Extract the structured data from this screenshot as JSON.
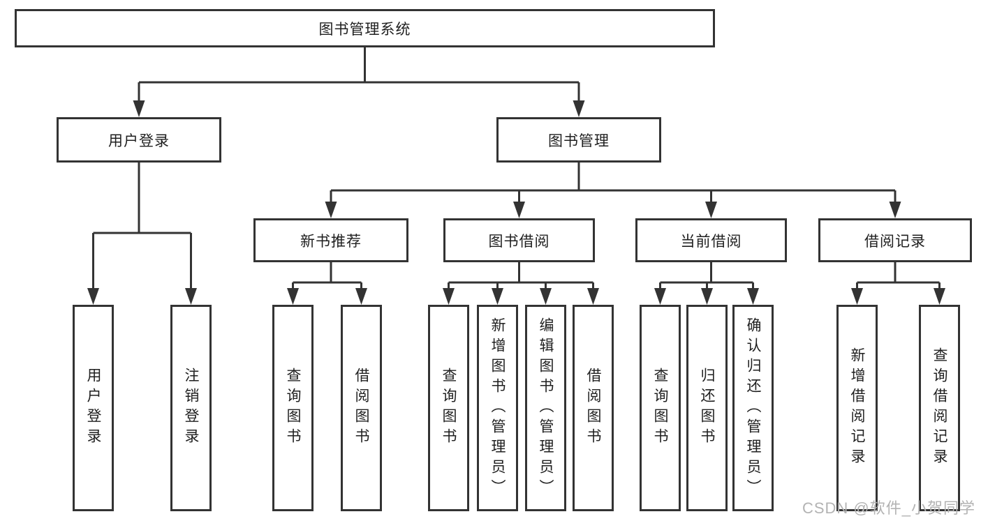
{
  "diagram": {
    "colors": {
      "line": "#333333",
      "text": "#1f1f1f",
      "background": "#ffffff",
      "watermark": "#b3b3b3"
    },
    "root": {
      "label": "图书管理系统"
    },
    "branches": [
      {
        "label": "用户登录",
        "children": [
          {
            "label": "用户登录"
          },
          {
            "label": "注销登录"
          }
        ]
      },
      {
        "label": "图书管理",
        "sections": [
          {
            "label": "新书推荐",
            "children": [
              {
                "label": "查询图书"
              },
              {
                "label": "借阅图书"
              }
            ]
          },
          {
            "label": "图书借阅",
            "children": [
              {
                "label": "查询图书"
              },
              {
                "label": "新增图书（管理员）"
              },
              {
                "label": "编辑图书（管理员）"
              },
              {
                "label": "借阅图书"
              }
            ]
          },
          {
            "label": "当前借阅",
            "children": [
              {
                "label": "查询图书"
              },
              {
                "label": "归还图书"
              },
              {
                "label": "确认归还（管理员）"
              }
            ]
          },
          {
            "label": "借阅记录",
            "children": [
              {
                "label": "新增借阅记录"
              },
              {
                "label": "查询借阅记录"
              }
            ]
          }
        ]
      }
    ],
    "watermark": "CSDN @软件_小贺同学"
  }
}
